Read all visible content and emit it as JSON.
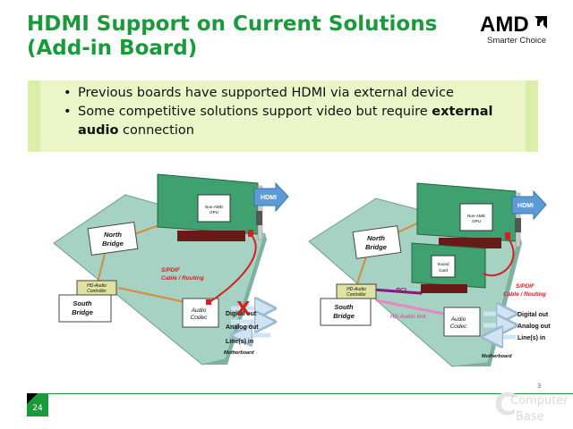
{
  "slide": {
    "title_line1": "HDMI Support on Current Solutions",
    "title_line2": "(Add-in Board)",
    "page_number": "24",
    "corner_number": "3"
  },
  "logo": {
    "brand": "AMD",
    "tagline": "Smarter Choice"
  },
  "bullets": {
    "item1": "Previous boards have supported HDMI via external device",
    "item2_pre": "Some competitive solutions support video but require ",
    "item2_bold": "external audio",
    "item2_post": " connection"
  },
  "left_diagram": {
    "hdmi": "HDMI",
    "gpu": [
      "Non-AMD",
      "GPU"
    ],
    "north_bridge": [
      "North",
      "Bridge"
    ],
    "hd_audio_controller": [
      "HD-Audio",
      "Controller"
    ],
    "south_bridge": [
      "South",
      "Bridge"
    ],
    "audio_codec": [
      "Audio",
      "Codec"
    ],
    "spdif": [
      "S/PDIF",
      "Cable / Routing"
    ],
    "digital_out": "Digital out",
    "analog_out": "Analog out",
    "line_in": "Line(s) in",
    "motherboard": "Motherboard",
    "x_mark": "X"
  },
  "right_diagram": {
    "hdmi": "HDMI",
    "gpu": [
      "Non-AMD",
      "GPU"
    ],
    "north_bridge": [
      "North",
      "Bridge"
    ],
    "sound_card": [
      "Sound",
      "Card"
    ],
    "hd_audio_controller": [
      "HD-Audio",
      "Controller"
    ],
    "south_bridge": [
      "South",
      "Bridge"
    ],
    "pci": "PCI",
    "hd_audio_link": "HD-Audio link",
    "audio_codec": [
      "Audio",
      "Codec"
    ],
    "spdif": [
      "S/PDIF",
      "Cable / Routing"
    ],
    "digital_out": "Digital out",
    "analog_out": "Analog out",
    "line_in": "Line(s) in",
    "motherboard": "Motherboard"
  },
  "watermark": [
    "Computer",
    "Base"
  ],
  "colors": {
    "title_green": "#1a9a3a",
    "motherboard_teal": "#a6d2c3",
    "card_green": "#3fa070",
    "hdmi_blue": "#5c9bd5",
    "routing_red": "#d42020",
    "pci_purple": "#8a1a7a"
  }
}
